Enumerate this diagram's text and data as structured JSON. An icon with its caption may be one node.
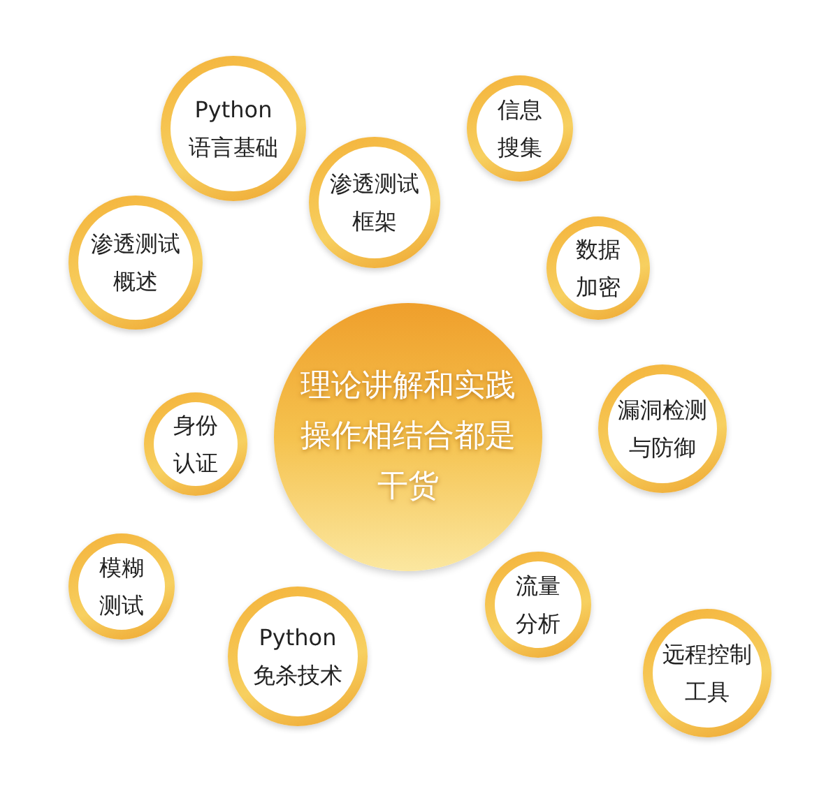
{
  "diagram": {
    "nodes": [
      {
        "text": [
          "Python 语言基础"
        ]
      },
      {
        "text": [
          "信息搜集"
        ]
      },
      {
        "text": [
          "渗透测试框架"
        ]
      },
      {
        "text": [
          "渗透测试概述"
        ]
      },
      {
        "text": [
          "数据加密"
        ]
      },
      {
        "text": [
          "漏洞检测与防御"
        ]
      },
      {
        "text": [
          "理论讲解和实践操作相结合都是干货"
        ]
      },
      {
        "text": [
          "身份认证"
        ]
      },
      {
        "text": [
          "模糊测试"
        ]
      },
      {
        "text": [
          "流量分析"
        ]
      },
      {
        "text": [
          "Python 免杀技术"
        ]
      },
      {
        "text": [
          "远程控制工具"
        ]
      }
    ]
  }
}
